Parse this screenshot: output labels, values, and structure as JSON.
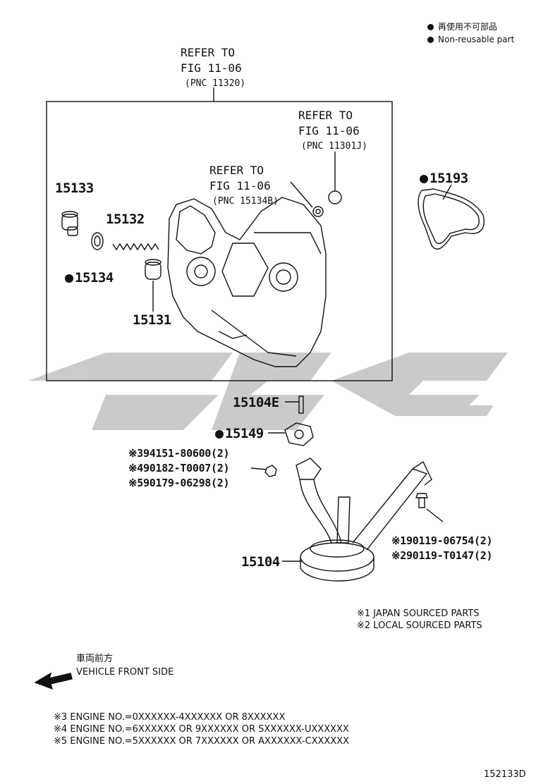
{
  "legend": {
    "non_reusable_jp": "再使用不可部品",
    "non_reusable_en": "Non-reusable part"
  },
  "refs": {
    "main": {
      "line1": "REFER TO",
      "line2": "FIG 11-06",
      "line3": "(PNC 11320)"
    },
    "top_right": {
      "line1": "REFER TO",
      "line2": "FIG 11-06",
      "line3": "(PNC 11301J)"
    },
    "middle": {
      "line1": "REFER TO",
      "line2": "FIG 11-06",
      "line3": "(PNC 15134B)"
    }
  },
  "parts": {
    "p15133": "15133",
    "p15132": "15132",
    "p15134": "15134",
    "p15131": "15131",
    "p15193": "15193",
    "p15104E": "15104E",
    "p15149": "15149",
    "p15104": "15104"
  },
  "bolt_list_left": [
    {
      "mark": "※3",
      "text": "94151-80600(2)"
    },
    {
      "mark": "※4",
      "text": "90182-T0007(2)"
    },
    {
      "mark": "※5",
      "text": "90179-06298(2)"
    }
  ],
  "bolt_list_right": [
    {
      "mark": "※1",
      "text": "90119-06754(2)"
    },
    {
      "mark": "※2",
      "text": "90119-T0147(2)"
    }
  ],
  "source_notes": [
    "※1 JAPAN SOURCED PARTS",
    "※2 LOCAL SOURCED PARTS"
  ],
  "front": {
    "jp": "車両前方",
    "en": "VEHICLE FRONT SIDE"
  },
  "engine_notes": [
    "※3 ENGINE NO.=0XXXXXX-4XXXXXX OR 8XXXXXX",
    "※4 ENGINE NO.=6XXXXXX OR 9XXXXXX OR SXXXXXX-UXXXXXX",
    "※5 ENGINE NO.=5XXXXXX OR 7XXXXXX OR AXXXXXX-CXXXXXX"
  ],
  "figure_id": "152133D",
  "colors": {
    "watermark": "#c8c8c8",
    "line": "#111111"
  }
}
